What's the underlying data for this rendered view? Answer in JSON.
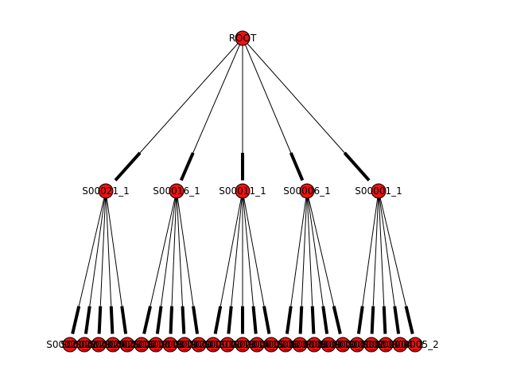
{
  "diagram": {
    "root": {
      "label": "ROOT"
    },
    "groups": [
      {
        "label": "S00021_1",
        "leaves": [
          "S00021_2",
          "S00022_2",
          "S00023_2",
          "S00024_2",
          "S00025_2"
        ]
      },
      {
        "label": "S00016_1",
        "leaves": [
          "S00016_2",
          "S00017_2",
          "S00018_2",
          "S00019_2",
          "S00020_2"
        ]
      },
      {
        "label": "S00011_1",
        "leaves": [
          "S00011_2",
          "S00012_2",
          "S00013_2",
          "S00014_2",
          "S00015_2"
        ]
      },
      {
        "label": "S00006_1",
        "leaves": [
          "S00006_2",
          "S00007_2",
          "S00008_2",
          "S00009_2",
          "S00010_2"
        ]
      },
      {
        "label": "S00001_1",
        "leaves": [
          "S00001_2",
          "S00002_2",
          "S00003_2",
          "S00004_2",
          "S00005_2"
        ]
      }
    ],
    "colors": {
      "node_fill": "#ee1111",
      "node_stroke": "#000000",
      "edge": "#000000"
    }
  }
}
